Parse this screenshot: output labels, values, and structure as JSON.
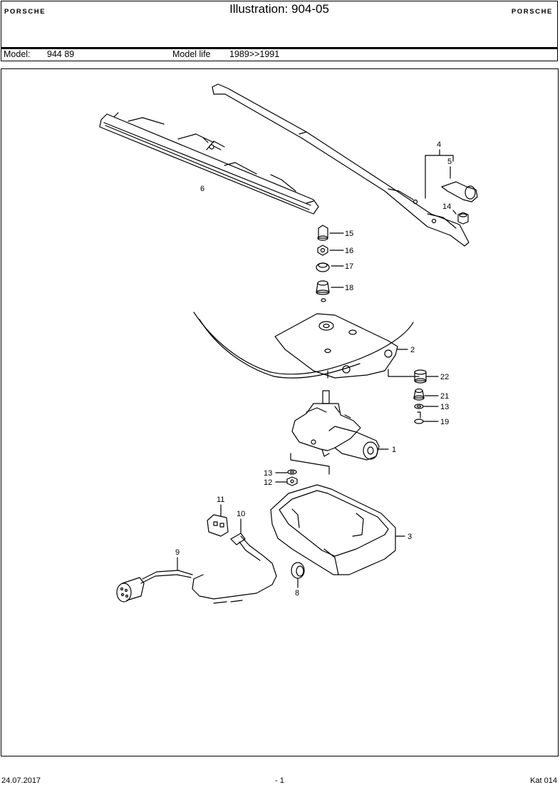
{
  "header": {
    "title": "Illustration: 904-05",
    "logo_left": "PORSCHE",
    "logo_right": "PORSCHE"
  },
  "model_bar": {
    "model_label": "Model:",
    "model_value": "944 89",
    "life_label": "Model life",
    "life_value": "1989>>1991"
  },
  "diagram": {
    "labels": [
      {
        "id": "6",
        "text": "6"
      },
      {
        "id": "4",
        "text": "4"
      },
      {
        "id": "5",
        "text": "5"
      },
      {
        "id": "14",
        "text": "14"
      },
      {
        "id": "15",
        "text": "15"
      },
      {
        "id": "16",
        "text": "16"
      },
      {
        "id": "17",
        "text": "17"
      },
      {
        "id": "18",
        "text": "18"
      },
      {
        "id": "2",
        "text": "2"
      },
      {
        "id": "22",
        "text": "22"
      },
      {
        "id": "21",
        "text": "21"
      },
      {
        "id": "13a",
        "text": "13"
      },
      {
        "id": "19",
        "text": "19"
      },
      {
        "id": "1",
        "text": "1"
      },
      {
        "id": "13b",
        "text": "13"
      },
      {
        "id": "12",
        "text": "12"
      },
      {
        "id": "11",
        "text": "11"
      },
      {
        "id": "10",
        "text": "10"
      },
      {
        "id": "3",
        "text": "3"
      },
      {
        "id": "9",
        "text": "9"
      },
      {
        "id": "8",
        "text": "8"
      }
    ]
  },
  "footer": {
    "date": "24.07.2017",
    "page": "- 1",
    "catalog": "Kat 014"
  }
}
